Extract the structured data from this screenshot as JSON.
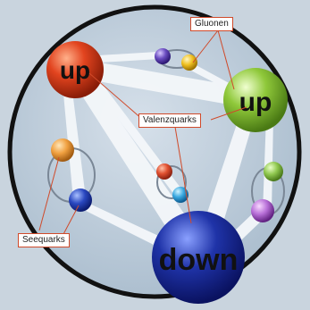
{
  "quarks": {
    "up_left": "up",
    "up_right": "up",
    "down": "down"
  },
  "callouts": {
    "gluons": "Gluonen",
    "valence": "Valenzquarks",
    "sea": "Seequarks"
  },
  "colors": {
    "background": "#c9d4de",
    "disc": "#b8c8d6",
    "rim": "#111111",
    "gluon_tube": "#f4f7fa",
    "up_left_quark": "#e2441f",
    "up_right_quark": "#8fc83a",
    "down_quark": "#1f33a8",
    "callout_border": "#d04a2a",
    "leader_line": "#d04a2a"
  }
}
